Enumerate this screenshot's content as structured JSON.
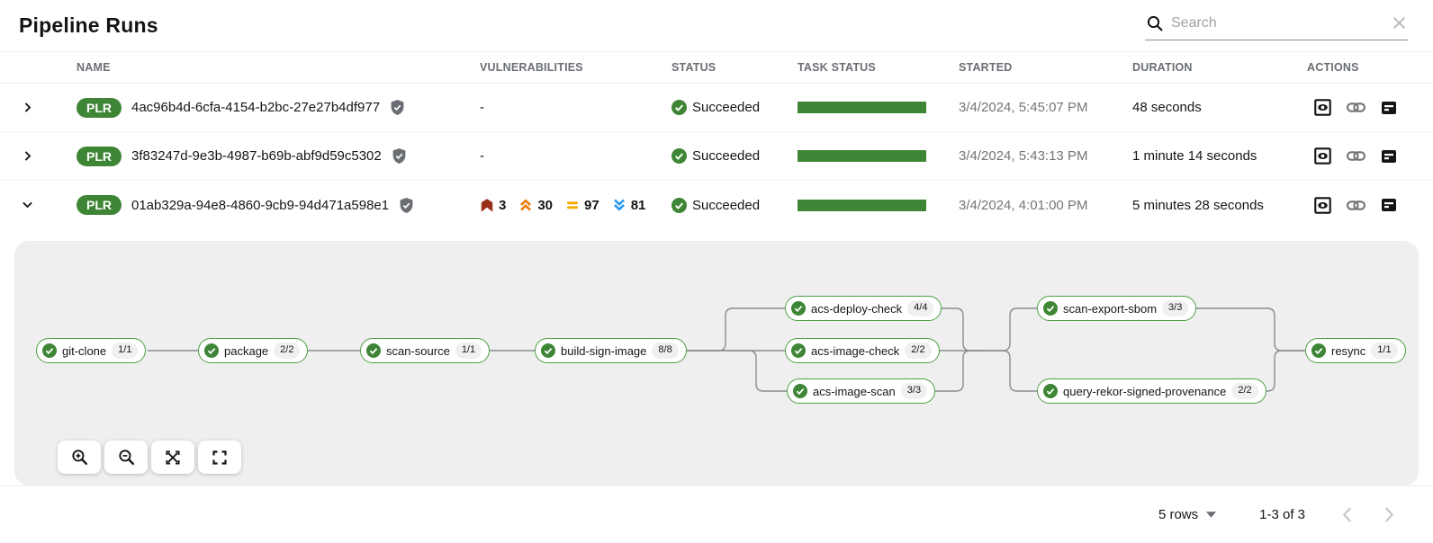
{
  "header": {
    "title": "Pipeline Runs"
  },
  "search": {
    "placeholder": "Search"
  },
  "table": {
    "badge_label": "PLR",
    "columns": [
      "NAME",
      "VULNERABILITIES",
      "STATUS",
      "TASK STATUS",
      "STARTED",
      "DURATION",
      "ACTIONS"
    ],
    "rows": [
      {
        "name": "4ac96b4d-6cfa-4154-b2bc-27e27b4df977",
        "signed": true,
        "vulnerabilities_text": "-",
        "status": "Succeeded",
        "started": "3/4/2024, 5:45:07 PM",
        "duration": "48 seconds",
        "expanded": false
      },
      {
        "name": "3f83247d-9e3b-4987-b69b-abf9d59c5302",
        "signed": true,
        "vulnerabilities_text": "-",
        "status": "Succeeded",
        "started": "3/4/2024, 5:43:13 PM",
        "duration": "1 minute 14 seconds",
        "expanded": false
      },
      {
        "name": "01ab329a-94e8-4860-9cb9-94d471a598e1",
        "signed": true,
        "vulnerabilities": {
          "critical": "3",
          "high": "30",
          "medium": "97",
          "low": "81"
        },
        "status": "Succeeded",
        "started": "3/4/2024, 4:01:00 PM",
        "duration": "5 minutes 28 seconds",
        "expanded": true
      }
    ]
  },
  "graph": {
    "tasks": [
      {
        "label": "git-clone",
        "count": "1/1",
        "status": "succeeded"
      },
      {
        "label": "package",
        "count": "2/2",
        "status": "succeeded"
      },
      {
        "label": "scan-source",
        "count": "1/1",
        "status": "succeeded"
      },
      {
        "label": "build-sign-image",
        "count": "8/8",
        "status": "succeeded"
      },
      {
        "label": "acs-deploy-check",
        "count": "4/4",
        "status": "succeeded"
      },
      {
        "label": "acs-image-check",
        "count": "2/2",
        "status": "succeeded"
      },
      {
        "label": "acs-image-scan",
        "count": "3/3",
        "status": "succeeded"
      },
      {
        "label": "scan-export-sbom",
        "count": "3/3",
        "status": "succeeded"
      },
      {
        "label": "query-rekor-signed-provenance",
        "count": "2/2",
        "status": "succeeded"
      },
      {
        "label": "resync",
        "count": "1/1",
        "status": "succeeded"
      }
    ],
    "controls": [
      "zoom-in",
      "zoom-out",
      "fit-to-screen",
      "reset-view"
    ]
  },
  "footer": {
    "rows_label": "5 rows",
    "range": "1-3 of 3"
  },
  "colors": {
    "success_green": "#3E8635",
    "node_border_green": "#52a047",
    "critical": "#9A2F1A",
    "high": "#EC7A08",
    "medium": "#F0AB00",
    "low": "#2B9AF3",
    "edge_gray": "#8a8d90"
  }
}
